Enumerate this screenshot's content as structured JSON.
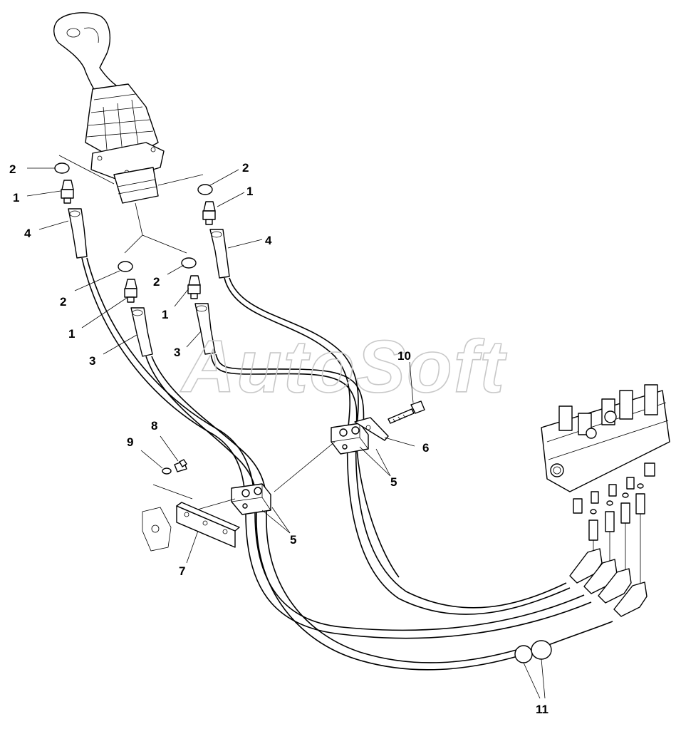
{
  "watermark": "AutoSoft",
  "callouts": [
    {
      "id": "c2a",
      "text": "2"
    },
    {
      "id": "c1a",
      "text": "1"
    },
    {
      "id": "c4a",
      "text": "4"
    },
    {
      "id": "c2b",
      "text": "2"
    },
    {
      "id": "c1b",
      "text": "1"
    },
    {
      "id": "c4b",
      "text": "4"
    },
    {
      "id": "c2c",
      "text": "2"
    },
    {
      "id": "c1c",
      "text": "1"
    },
    {
      "id": "c3a",
      "text": "3"
    },
    {
      "id": "c2d",
      "text": "2"
    },
    {
      "id": "c1d",
      "text": "1"
    },
    {
      "id": "c3b",
      "text": "3"
    },
    {
      "id": "c10",
      "text": "10"
    },
    {
      "id": "c6",
      "text": "6"
    },
    {
      "id": "c5a",
      "text": "5"
    },
    {
      "id": "c8",
      "text": "8"
    },
    {
      "id": "c9",
      "text": "9"
    },
    {
      "id": "c5b",
      "text": "5"
    },
    {
      "id": "c7",
      "text": "7"
    },
    {
      "id": "c11",
      "text": "11"
    }
  ],
  "colors": {
    "ink": "#000000",
    "paper": "#ffffff",
    "watermark": "#c8c8c8"
  }
}
